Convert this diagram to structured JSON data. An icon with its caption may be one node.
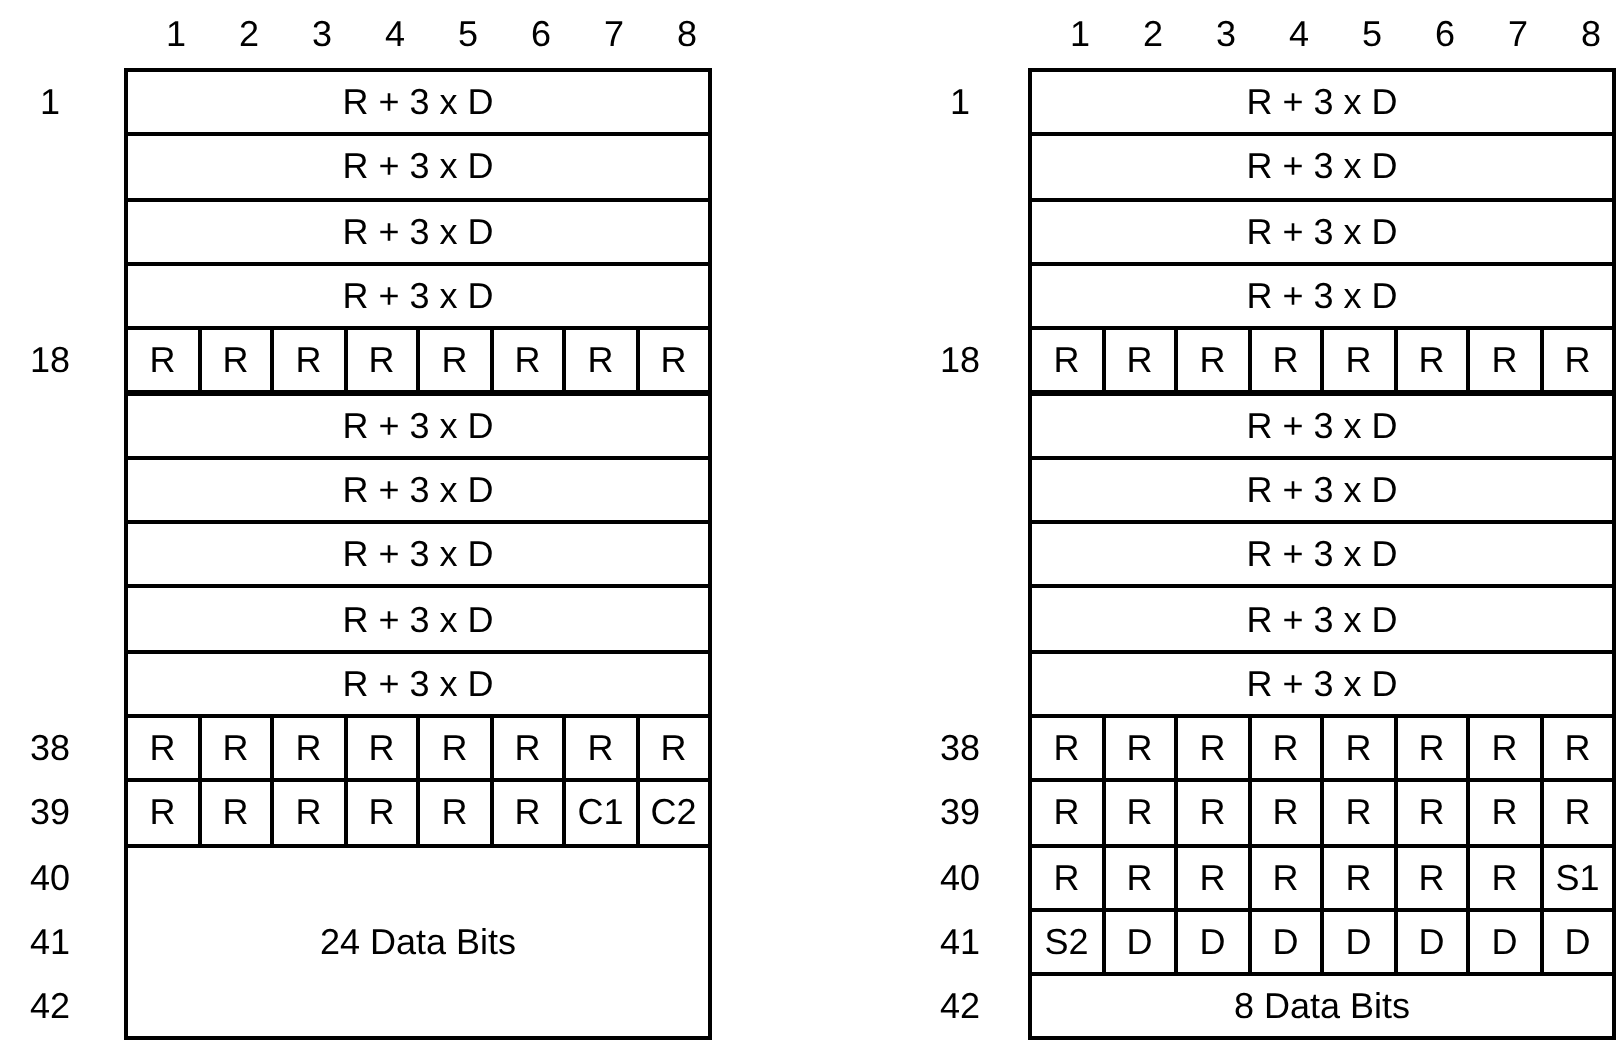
{
  "diagram": {
    "nodes": [
      {
        "text": [
          "R + 3 x D"
        ]
      },
      {
        "text": [
          "R + 3 x D"
        ]
      },
      {
        "text": [
          "R + 3 x D"
        ]
      },
      {
        "text": [
          "R + 3 x D"
        ]
      },
      {
        "text": [
          "R"
        ]
      },
      {
        "text": [
          "R"
        ]
      },
      {
        "text": [
          "R"
        ]
      },
      {
        "text": [
          "R"
        ]
      },
      {
        "text": [
          "R"
        ]
      },
      {
        "text": [
          "R"
        ]
      },
      {
        "text": [
          "R"
        ]
      },
      {
        "text": [
          "R"
        ]
      },
      {
        "text": [
          "R + 3 x D"
        ]
      },
      {
        "text": [
          "R + 3 x D"
        ]
      },
      {
        "text": [
          "R + 3 x D"
        ]
      },
      {
        "text": [
          "R + 3 x D"
        ]
      },
      {
        "text": [
          "R + 3 x D"
        ]
      },
      {
        "text": [
          "R"
        ]
      },
      {
        "text": [
          "R"
        ]
      },
      {
        "text": [
          "R"
        ]
      },
      {
        "text": [
          "R"
        ]
      },
      {
        "text": [
          "R"
        ]
      },
      {
        "text": [
          "R"
        ]
      },
      {
        "text": [
          "R"
        ]
      },
      {
        "text": [
          "R"
        ]
      },
      {
        "text": [
          "R"
        ]
      },
      {
        "text": [
          "R"
        ]
      },
      {
        "text": [
          "R"
        ]
      },
      {
        "text": [
          "R"
        ]
      },
      {
        "text": [
          "R"
        ]
      },
      {
        "text": [
          "R"
        ]
      },
      {
        "text": [
          "C1"
        ]
      },
      {
        "text": [
          "C2"
        ]
      },
      {
        "text": [
          "24 Data Bits"
        ]
      },
      {
        "text": [
          "R + 3 x D"
        ]
      },
      {
        "text": [
          "R + 3 x D"
        ]
      },
      {
        "text": [
          "R + 3 x D"
        ]
      },
      {
        "text": [
          "R + 3 x D"
        ]
      },
      {
        "text": [
          "R"
        ]
      },
      {
        "text": [
          "R"
        ]
      },
      {
        "text": [
          "R"
        ]
      },
      {
        "text": [
          "R"
        ]
      },
      {
        "text": [
          "R"
        ]
      },
      {
        "text": [
          "R"
        ]
      },
      {
        "text": [
          "R"
        ]
      },
      {
        "text": [
          "R"
        ]
      },
      {
        "text": [
          "R + 3 x D"
        ]
      },
      {
        "text": [
          "R + 3 x D"
        ]
      },
      {
        "text": [
          "R + 3 x D"
        ]
      },
      {
        "text": [
          "R + 3 x D"
        ]
      },
      {
        "text": [
          "R + 3 x D"
        ]
      },
      {
        "text": [
          "R"
        ]
      },
      {
        "text": [
          "R"
        ]
      },
      {
        "text": [
          "R"
        ]
      },
      {
        "text": [
          "R"
        ]
      },
      {
        "text": [
          "R"
        ]
      },
      {
        "text": [
          "R"
        ]
      },
      {
        "text": [
          "R"
        ]
      },
      {
        "text": [
          "R"
        ]
      },
      {
        "text": [
          "R"
        ]
      },
      {
        "text": [
          "R"
        ]
      },
      {
        "text": [
          "R"
        ]
      },
      {
        "text": [
          "R"
        ]
      },
      {
        "text": [
          "R"
        ]
      },
      {
        "text": [
          "R"
        ]
      },
      {
        "text": [
          "R"
        ]
      },
      {
        "text": [
          "R"
        ]
      },
      {
        "text": [
          "R"
        ]
      },
      {
        "text": [
          "R"
        ]
      },
      {
        "text": [
          "R"
        ]
      },
      {
        "text": [
          "R"
        ]
      },
      {
        "text": [
          "R"
        ]
      },
      {
        "text": [
          "R"
        ]
      },
      {
        "text": [
          "R"
        ]
      },
      {
        "text": [
          "S1"
        ]
      },
      {
        "text": [
          "S2"
        ]
      },
      {
        "text": [
          "D"
        ]
      },
      {
        "text": [
          "D"
        ]
      },
      {
        "text": [
          "D"
        ]
      },
      {
        "text": [
          "D"
        ]
      },
      {
        "text": [
          "D"
        ]
      },
      {
        "text": [
          "D"
        ]
      },
      {
        "text": [
          "D"
        ]
      },
      {
        "text": [
          "8 Data Bits"
        ]
      }
    ],
    "labels": [
      "1",
      "2",
      "3",
      "4",
      "5",
      "6",
      "7",
      "8",
      "1",
      "2",
      "3",
      "4",
      "5",
      "6",
      "7",
      "8",
      "1",
      "1",
      "18",
      "18",
      "38",
      "38",
      "39",
      "39",
      "40",
      "40",
      "41",
      "41",
      "42",
      "42"
    ]
  }
}
